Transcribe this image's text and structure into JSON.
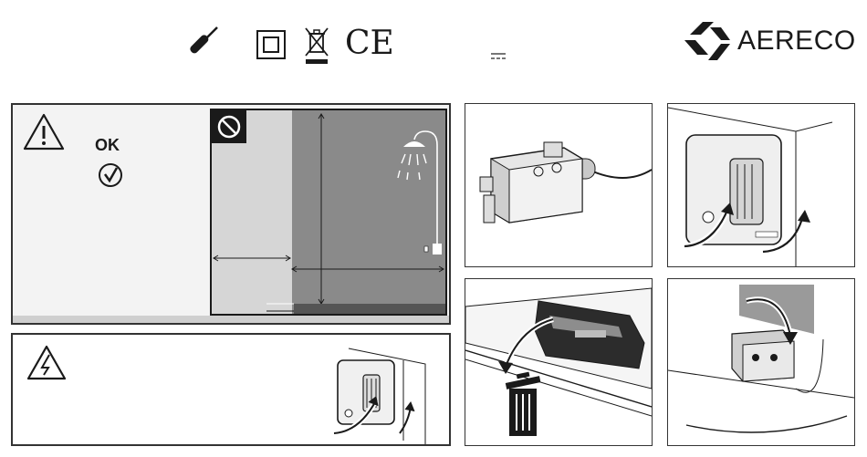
{
  "header": {
    "icons": [
      "screwdriver-icon",
      "class-ii-double-insulation-icon",
      "weee-crossed-bin-icon",
      "ce-mark-icon",
      "dc-current-icon"
    ],
    "ce_mark": "CE",
    "brand": {
      "name": "AERECO",
      "logo": "aereco-logo"
    }
  },
  "zone_panel": {
    "warning_icon": "warning-triangle-icon",
    "ok_label": "OK",
    "ok_icon": "check-circle-icon",
    "prohibited_icon": "no-entry-icon",
    "shower_icon": "shower-icon"
  },
  "electrical_panel": {
    "warning_icon": "electrical-hazard-icon"
  },
  "steps": [
    {
      "id": "module",
      "description_icon": "module-with-cable"
    },
    {
      "id": "open-cover",
      "description_icon": "fan-unit-open-cover"
    },
    {
      "id": "remove-old-module",
      "description_icon": "trash-bin-icon"
    },
    {
      "id": "insert-new-module",
      "description_icon": "insert-module"
    }
  ],
  "colors": {
    "line": "#1a1a1a",
    "zone_dark": "#8a8a8a",
    "zone_light": "#d6d6d6",
    "panel_bg": "#f3f3f3"
  }
}
